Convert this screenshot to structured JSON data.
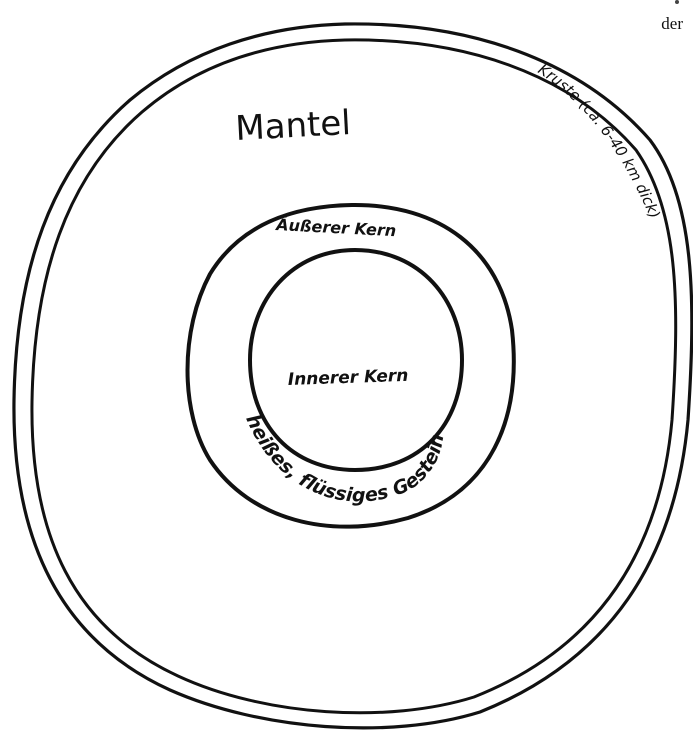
{
  "corner_text": "der",
  "labels": {
    "mantle": "Mantel",
    "crust": "Kruste (ca. 6-40 km dick)",
    "outer_core": "Äußerer Kern",
    "inner_core": "Innerer Kern",
    "outer_core_note": "heißes, flüssiges Gestein"
  },
  "colors": {
    "ink": "#111111",
    "paper": "#ffffff"
  }
}
